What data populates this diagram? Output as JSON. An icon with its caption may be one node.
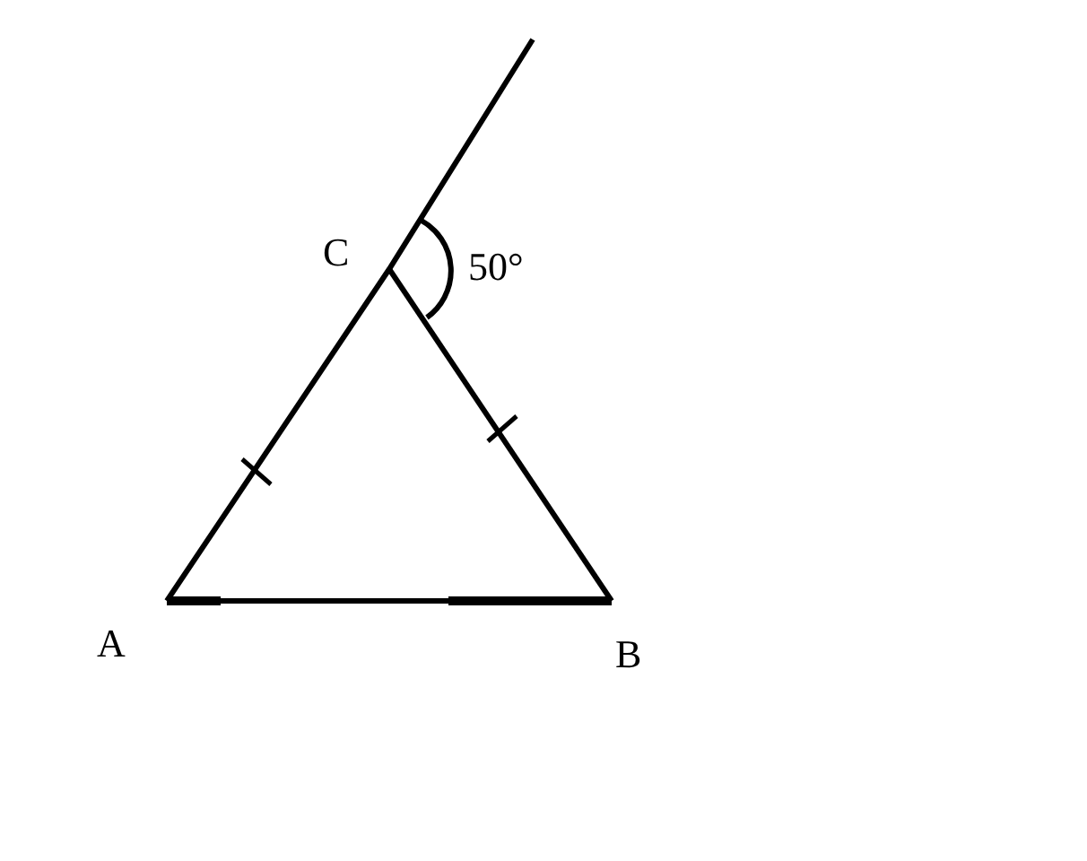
{
  "diagram": {
    "labels": [
      "C",
      "50°",
      "A",
      "B"
    ]
  }
}
